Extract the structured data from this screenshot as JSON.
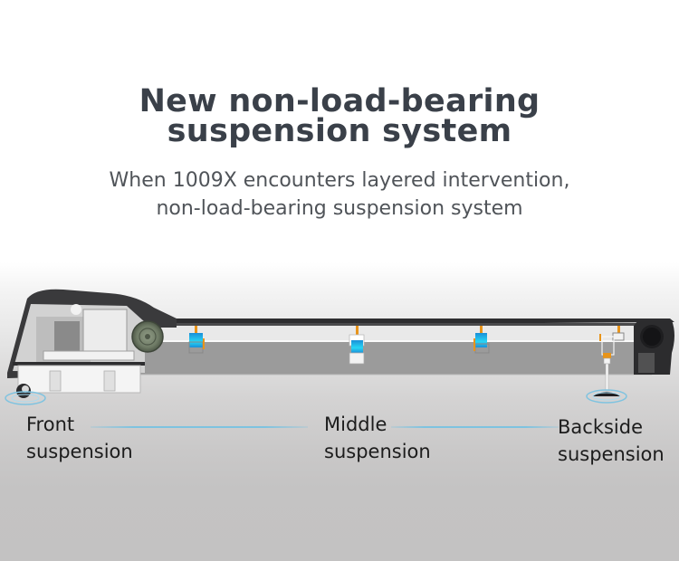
{
  "headline": {
    "line1": "New non-load-bearing",
    "line2": "suspension system"
  },
  "subhead": {
    "line1": "When 1009X encounters layered intervention,",
    "line2": "non-load-bearing suspension system"
  },
  "labels": {
    "front": {
      "line1": "Front",
      "line2": "suspension"
    },
    "middle": {
      "line1": "Middle",
      "line2": "suspension"
    },
    "backside": {
      "line1": "Backside",
      "line2": "suspension"
    }
  },
  "colors": {
    "headline": "#3a4049",
    "subhead": "#505459",
    "label": "#1c1c1c",
    "accent_line": "#7ec3e0",
    "absorber_blue": "#1ab4e8",
    "absorber_rod": "#e8941a",
    "deck_dark": "#2e2e30",
    "roller_green": "#7a8670"
  }
}
